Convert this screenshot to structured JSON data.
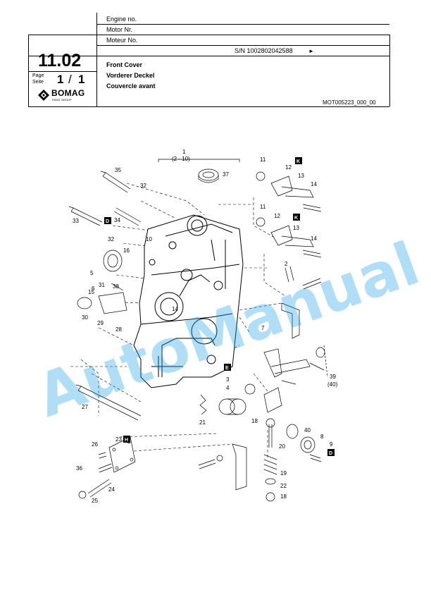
{
  "header": {
    "engine_no_en": "Engine no.",
    "engine_no_de": "Motor Nr.",
    "engine_no_fr": "Moteur No.",
    "serial": "S/N 1002802042588",
    "serial_arrow": "►",
    "section_number": "11.02",
    "page_label_en": "Page",
    "page_label_de": "Seite",
    "page_current": "1",
    "page_separator": "/",
    "page_total": "1",
    "brand": "BOMAG",
    "brand_sub": "FAYAT GROUP",
    "title_en": "Front Cover",
    "title_de": "Vorderer Deckel",
    "title_fr": "Couvercle avant",
    "drawing_code": "MOT005223_000_00"
  },
  "diagram": {
    "labels": [
      "1",
      "(2 - 10)",
      "37",
      "35",
      "32",
      "33",
      "34",
      "32",
      "10",
      "16",
      "5",
      "38",
      "6",
      "31",
      "15",
      "30",
      "29",
      "28",
      "14",
      "7",
      "11",
      "12",
      "13",
      "14",
      "11",
      "12",
      "13",
      "14",
      "2",
      "3",
      "4",
      "21",
      "18",
      "20",
      "40",
      "8",
      "9",
      "19",
      "22",
      "18",
      "39",
      "(40)",
      "27",
      "23",
      "26",
      "36",
      "24",
      "25"
    ],
    "boxed_labels": [
      "D",
      "K",
      "K",
      "E",
      "H",
      "D"
    ]
  },
  "watermark": "AutoManual"
}
